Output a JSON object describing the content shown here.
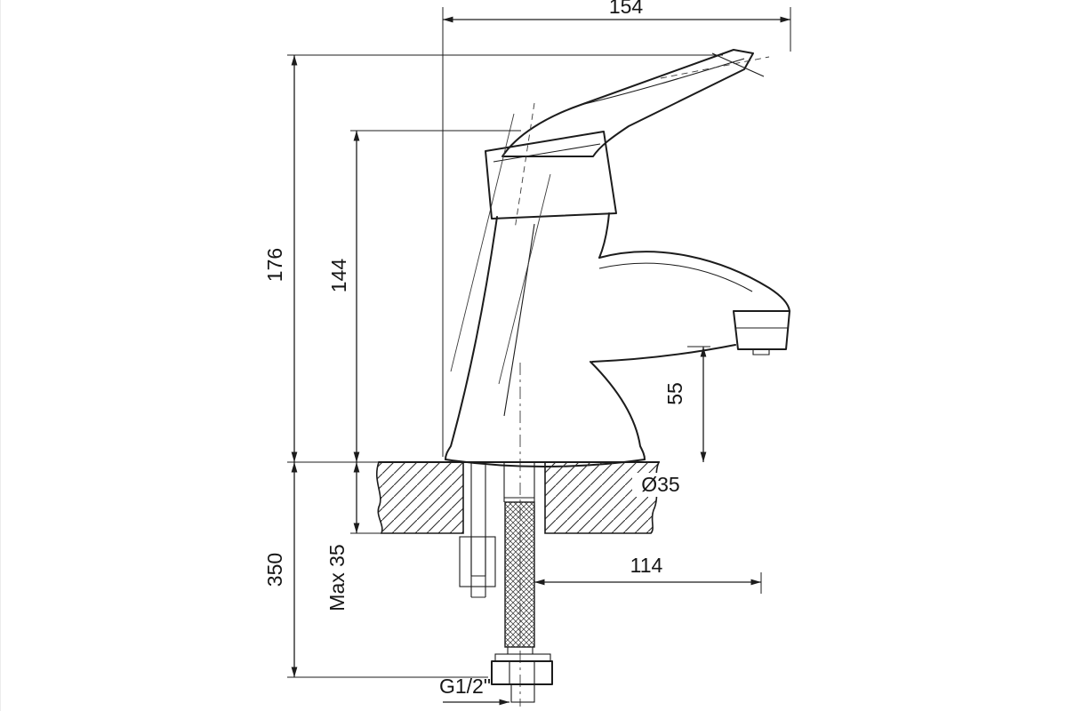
{
  "drawing": {
    "type": "technical-dimension-drawing",
    "subject": "Single-lever basin mixer faucet, side elevation with counter mounting section",
    "line_color": "#1c1c1c",
    "background": "#ffffff"
  },
  "dims": {
    "top_width": "154",
    "overall_height": "176",
    "body_height": "144",
    "spout_outlet_height": "55",
    "hole_diameter": "Ø35",
    "spout_reach": "114",
    "under_counter_length": "350",
    "max_counter_thickness": "Max 35",
    "thread_size": "G1/2\""
  }
}
